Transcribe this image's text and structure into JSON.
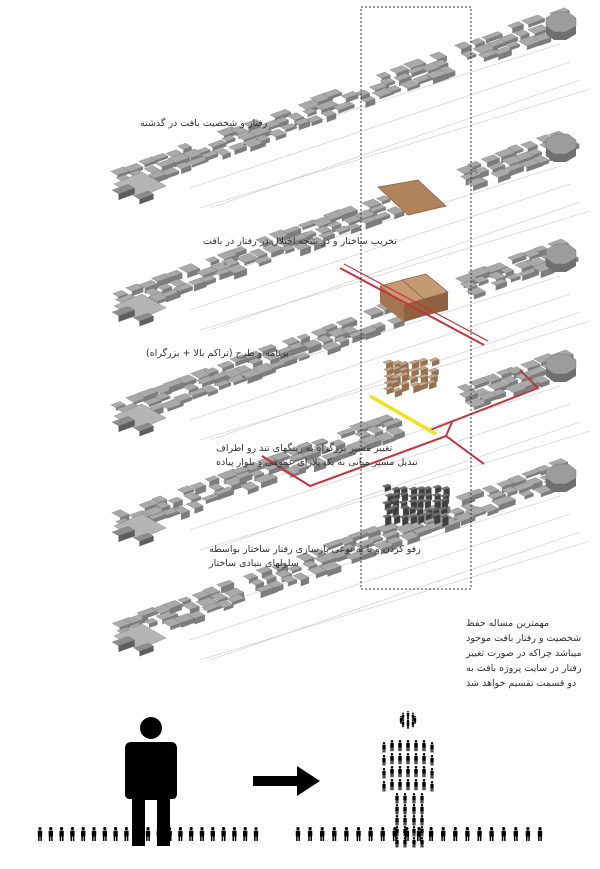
{
  "layers": [
    {
      "id": "layer-1",
      "label": "رفتار و شخصیت بافت در گذشته"
    },
    {
      "id": "layer-2",
      "label": "تخریب ساختار و در نتیجه اختلال در رفتار در بافت"
    },
    {
      "id": "layer-3",
      "label": "برنامه و طرح (تراکم بالا + بزرگراه)"
    },
    {
      "id": "layer-4",
      "label_lines": [
        "تغییر مسیر بزرگراه به رینگهای تند رو اطراف",
        "تبدیل مسیر میانی به یک پلازای عمومی و بلوار پیاده"
      ]
    },
    {
      "id": "layer-5",
      "label_lines": [
        "رفو کردن و یا به نوعی بازسازی رفتار ساختار بواسطه",
        "سلولهای بنیادی ساختار"
      ]
    }
  ],
  "note_lines": [
    "مهمترین مساله حفظ",
    "شخصیت و رفتار بافت موجود",
    "میباشد چراکه در صورت تغییر",
    "رفتار در سایت پروژه بافت به",
    "دو قسمت تقسیم خواهد شد"
  ],
  "colors": {
    "building": "#a9a9a9",
    "building_dark": "#7d7d7d",
    "block_brown": "#b0835a",
    "highway_red": "#c8323c",
    "path_yellow": "#f2e318",
    "figure": "#000000",
    "road_line": "#c9c9c9"
  },
  "icons": [
    "single-person-icon",
    "arrow-right-icon",
    "crowd-person-icon"
  ]
}
